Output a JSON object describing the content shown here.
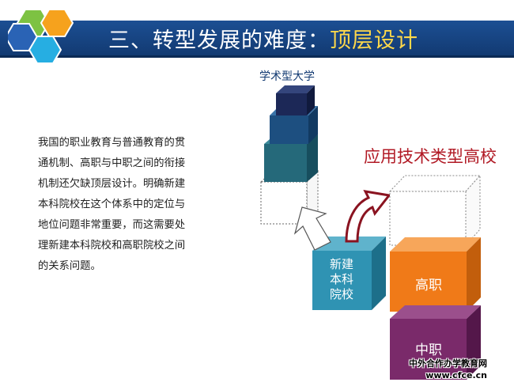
{
  "header": {
    "title_prefix": "三、转型发展的难度：",
    "title_highlight": "顶层设计"
  },
  "body": {
    "paragraph_lines": [
      "我国的职业教育与普通教育的贯",
      "通机制、高职与中职之间的衔接",
      "机制还欠缺顶层设计。明确新建",
      "本科院校在这个体系中的定位与",
      "地位问题非常重要，而这需要处",
      "理新建本科院校和高职院校之间",
      "的关系问题。"
    ]
  },
  "diagram": {
    "academic_label": "学术型大学",
    "applied_label": "应用技术类型高校",
    "new_school_lines": [
      "新建",
      "本科",
      "院校"
    ],
    "higher_vocational_label": "高职",
    "secondary_vocational_label": "中职"
  },
  "watermark": {
    "line1": "中外合作办学教育网",
    "line2": "www.cfce.cn"
  },
  "colors": {
    "header_blue": "#1c4f93",
    "accent_yellow": "#ffd84a",
    "applied_red": "#b11a25",
    "orange": "#f07a18",
    "purple": "#7a2a6a",
    "teal": "#2a7a9a"
  }
}
